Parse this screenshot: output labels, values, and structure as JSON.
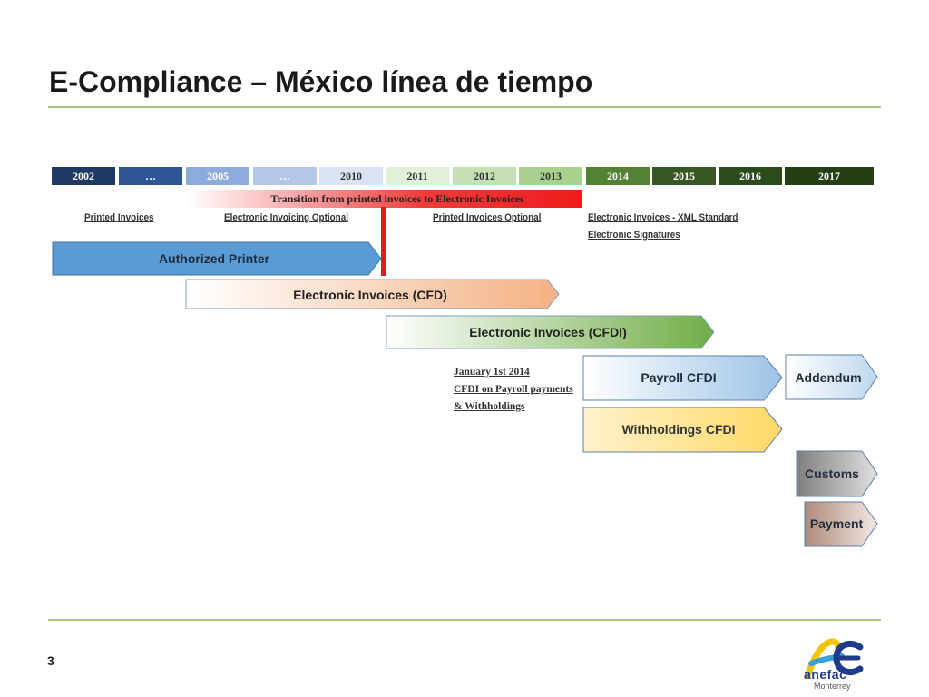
{
  "title": "E-Compliance – México línea de tiempo",
  "years": [
    {
      "label": "2002",
      "bg": "#1f3864",
      "fg": "#ffffff"
    },
    {
      "label": "…",
      "bg": "#2f5597",
      "fg": "#ffffff"
    },
    {
      "label": "2005",
      "bg": "#8faadc",
      "fg": "#ffffff"
    },
    {
      "label": "…",
      "bg": "#b4c7e7",
      "fg": "#ffffff"
    },
    {
      "label": "2010",
      "bg": "#dae3f3",
      "fg": "#333333"
    },
    {
      "label": "2011",
      "bg": "#e2f0d9",
      "fg": "#333333"
    },
    {
      "label": "2012",
      "bg": "#c5e0b4",
      "fg": "#333333"
    },
    {
      "label": "2013",
      "bg": "#a9d18e",
      "fg": "#333333"
    },
    {
      "label": "2014",
      "bg": "#548235",
      "fg": "#ffffff"
    },
    {
      "label": "2015",
      "bg": "#385723",
      "fg": "#ffffff"
    },
    {
      "label": "2016",
      "bg": "#2d4a1c",
      "fg": "#ffffff"
    },
    {
      "label": "2017",
      "bg": "#243f16",
      "fg": "#ffffff"
    }
  ],
  "transition": "Transition from printed invoices to Electronic Invoices",
  "phases": {
    "printed_invoices": "Printed Invoices",
    "electronic_optional": "Electronic Invoicing Optional",
    "printed_optional": "Printed Invoices Optional",
    "xml_standard": "Electronic Invoices - XML Standard",
    "signatures": "Electronic Signatures"
  },
  "bars": {
    "authorized_printer": "Authorized Printer",
    "cfd": "Electronic Invoices (CFD)",
    "cfdi": "Electronic Invoices (CFDI)",
    "payroll": "Payroll CFDI",
    "withholdings": "Withholdings CFDI",
    "addendum": "Addendum",
    "customs": "Customs",
    "payment": "Payment"
  },
  "note": {
    "line1": "January 1st 2014",
    "line2": "CFDI on Payroll payments",
    "line3": "& Withholdings"
  },
  "page_number": "3",
  "logo": {
    "brand": "anefac",
    "city": "Monterrey"
  },
  "colors": {
    "rule": "#a9c77a",
    "transition_red": "#ee1c1c"
  }
}
